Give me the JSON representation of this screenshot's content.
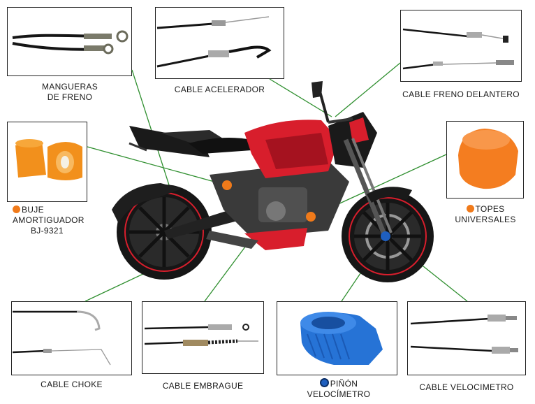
{
  "colors": {
    "orange": "#f07a1a",
    "blue": "#1f5fbf",
    "leader": "#2f8f2f",
    "moto_red": "#d81e2c",
    "moto_black": "#1b1b1b",
    "part_blue": "#2673d6",
    "part_orange": "#f47d20"
  },
  "labels": {
    "mangueras": [
      "MANGUERAS",
      "DE FRENO"
    ],
    "acelerador": "CABLE ACELERADOR",
    "freno_delantero": "CABLE FRENO DELANTERO",
    "buje": [
      "BUJE",
      "AMORTIGUADOR",
      "BJ-9321"
    ],
    "topes": [
      "TOPES",
      "UNIVERSALES"
    ],
    "choke": "CABLE CHOKE",
    "embrague": "CABLE EMBRAGUE",
    "pinon": [
      "PIÑÓN",
      "VELOCÍMETRO"
    ],
    "velocimetro": "CABLE VELOCIMETRO"
  },
  "markers": {
    "buje": "orange-dot-icon",
    "topes": "orange-dot-icon",
    "pinon": "blue-dot-icon"
  }
}
